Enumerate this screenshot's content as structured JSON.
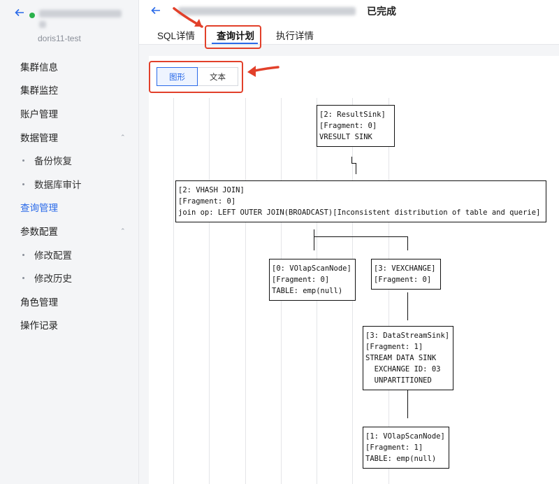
{
  "sidebar": {
    "cluster_sub": "doris11-test",
    "items": [
      {
        "label": "集群信息",
        "child": false
      },
      {
        "label": "集群监控",
        "child": false
      },
      {
        "label": "账户管理",
        "child": false
      },
      {
        "label": "数据管理",
        "child": false,
        "expand": true
      },
      {
        "label": "备份恢复",
        "child": true
      },
      {
        "label": "数据库审计",
        "child": true
      },
      {
        "label": "查询管理",
        "child": false,
        "active": true
      },
      {
        "label": "参数配置",
        "child": false,
        "expand": true
      },
      {
        "label": "修改配置",
        "child": true
      },
      {
        "label": "修改历史",
        "child": true
      },
      {
        "label": "角色管理",
        "child": false
      },
      {
        "label": "操作记录",
        "child": false
      }
    ]
  },
  "header": {
    "status": "已完成",
    "tabs": [
      "SQL详情",
      "查询计划",
      "执行详情"
    ],
    "active_tab": "查询计划"
  },
  "view_toggle": {
    "graph": "图形",
    "text": "文本",
    "selected": "图形"
  },
  "plan": {
    "nodes": [
      {
        "id": "result-sink",
        "lines": [
          "[2: ResultSink]",
          "[Fragment: 0]",
          "VRESULT SINK"
        ]
      },
      {
        "id": "hash-join",
        "lines": [
          "[2: VHASH JOIN]",
          "[Fragment: 0]",
          "join op: LEFT OUTER JOIN(BROADCAST)[Inconsistent distribution of table and querie]"
        ]
      },
      {
        "id": "olap-scan-0",
        "lines": [
          "[0: VOlapScanNode]",
          "[Fragment: 0]",
          "TABLE: emp(null)"
        ]
      },
      {
        "id": "exchange",
        "lines": [
          "[3: VEXCHANGE]",
          "[Fragment: 0]"
        ]
      },
      {
        "id": "data-stream-sink",
        "lines": [
          "[3: DataStreamSink]",
          "[Fragment: 1]",
          "STREAM DATA SINK",
          "  EXCHANGE ID: 03",
          "  UNPARTITIONED"
        ]
      },
      {
        "id": "olap-scan-1",
        "lines": [
          "[1: VOlapScanNode]",
          "[Fragment: 1]",
          "TABLE: emp(null)"
        ]
      }
    ]
  },
  "colors": {
    "accent": "#2a6ae9",
    "annotation": "#e2402a",
    "online": "#2bb24c"
  }
}
